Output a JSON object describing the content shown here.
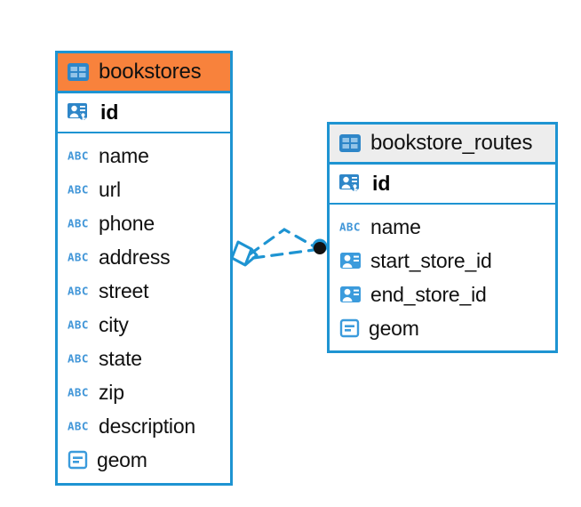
{
  "diagram": {
    "type": "entity-relationship-diagram",
    "background": "#ffffff",
    "accent_color": "#1E94D2",
    "highlight_color": "#F8823C",
    "neutral_header_color": "#EDEDED"
  },
  "entities": [
    {
      "name": "bookstores",
      "header_style": "accent",
      "table_icon": "table-icon",
      "primary_key": {
        "label": "id",
        "icon": "primary-key-icon"
      },
      "fields": [
        {
          "label": "name",
          "icon": "text-type-icon"
        },
        {
          "label": "url",
          "icon": "text-type-icon"
        },
        {
          "label": "phone",
          "icon": "text-type-icon"
        },
        {
          "label": "address",
          "icon": "text-type-icon"
        },
        {
          "label": "street",
          "icon": "text-type-icon"
        },
        {
          "label": "city",
          "icon": "text-type-icon"
        },
        {
          "label": "state",
          "icon": "text-type-icon"
        },
        {
          "label": "zip",
          "icon": "text-type-icon"
        },
        {
          "label": "description",
          "icon": "text-type-icon"
        },
        {
          "label": "geom",
          "icon": "geometry-type-icon"
        }
      ]
    },
    {
      "name": "bookstore_routes",
      "header_style": "plain",
      "table_icon": "table-icon",
      "primary_key": {
        "label": "id",
        "icon": "primary-key-icon"
      },
      "fields": [
        {
          "label": "name",
          "icon": "text-type-icon"
        },
        {
          "label": "start_store_id",
          "icon": "foreign-key-icon"
        },
        {
          "label": "end_store_id",
          "icon": "foreign-key-icon"
        },
        {
          "label": "geom",
          "icon": "geometry-type-icon"
        }
      ]
    }
  ],
  "relationship": {
    "from_entity": "bookstores",
    "to_entity": "bookstore_routes",
    "line_style": "dashed",
    "source_endpoint": "diamond-endpoint",
    "target_endpoint": "circle-endpoint",
    "color": "#1E94D2"
  }
}
